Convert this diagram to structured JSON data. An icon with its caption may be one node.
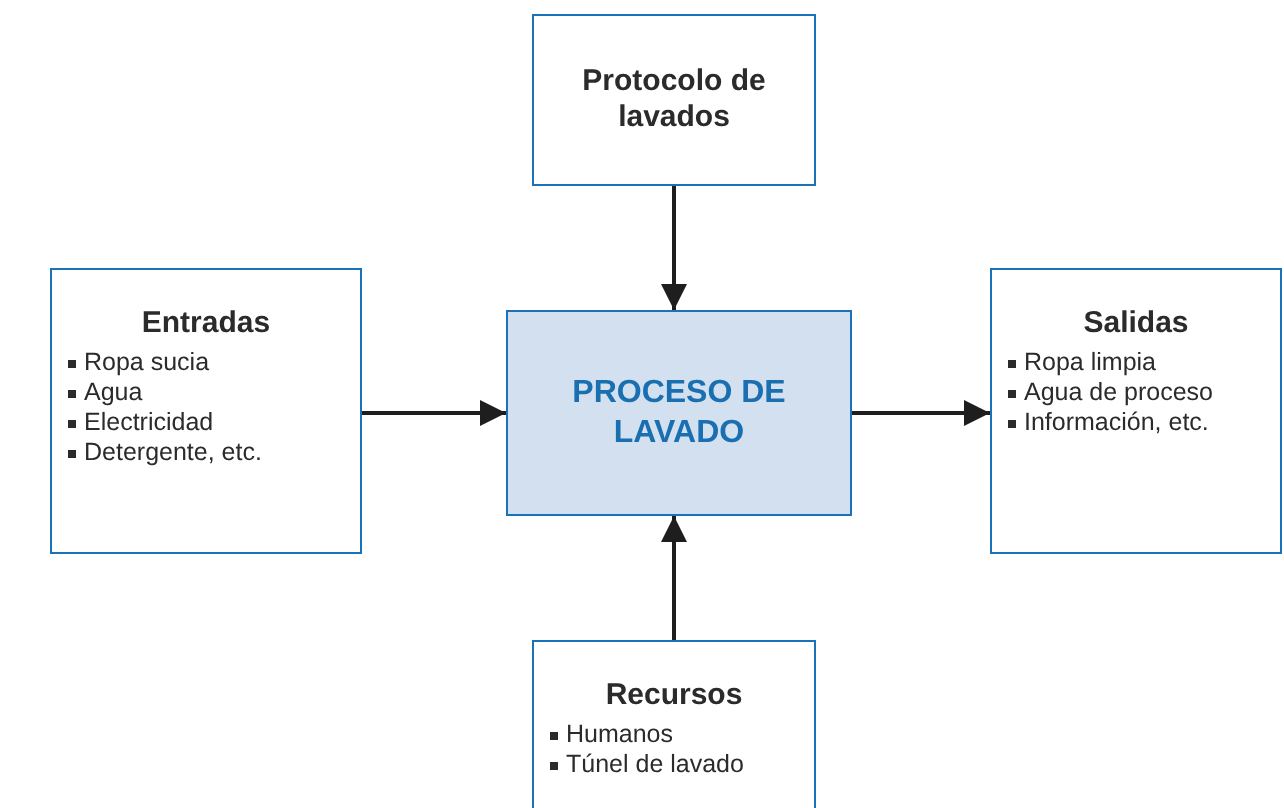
{
  "diagram": {
    "nodes": [
      {
        "text": [
          "Protocolo de lavados"
        ]
      },
      {
        "text": [
          "Entradas",
          "Ropa sucia",
          "Agua",
          "Electricidad",
          "Detergente, etc."
        ]
      },
      {
        "text": [
          "PROCESO DE LAVADO"
        ]
      },
      {
        "text": [
          "Salidas",
          "Ropa limpia",
          "Agua de proceso",
          "Información, etc."
        ]
      },
      {
        "text": [
          "Recursos",
          "Humanos",
          "Túnel de lavado"
        ]
      }
    ],
    "edges": [
      {
        "from": 0,
        "to": 2,
        "arrow": "to"
      },
      {
        "from": 1,
        "to": 2,
        "arrow": "to"
      },
      {
        "from": 2,
        "to": 3,
        "arrow": "to"
      },
      {
        "from": 4,
        "to": 2,
        "arrow": "to"
      }
    ]
  }
}
